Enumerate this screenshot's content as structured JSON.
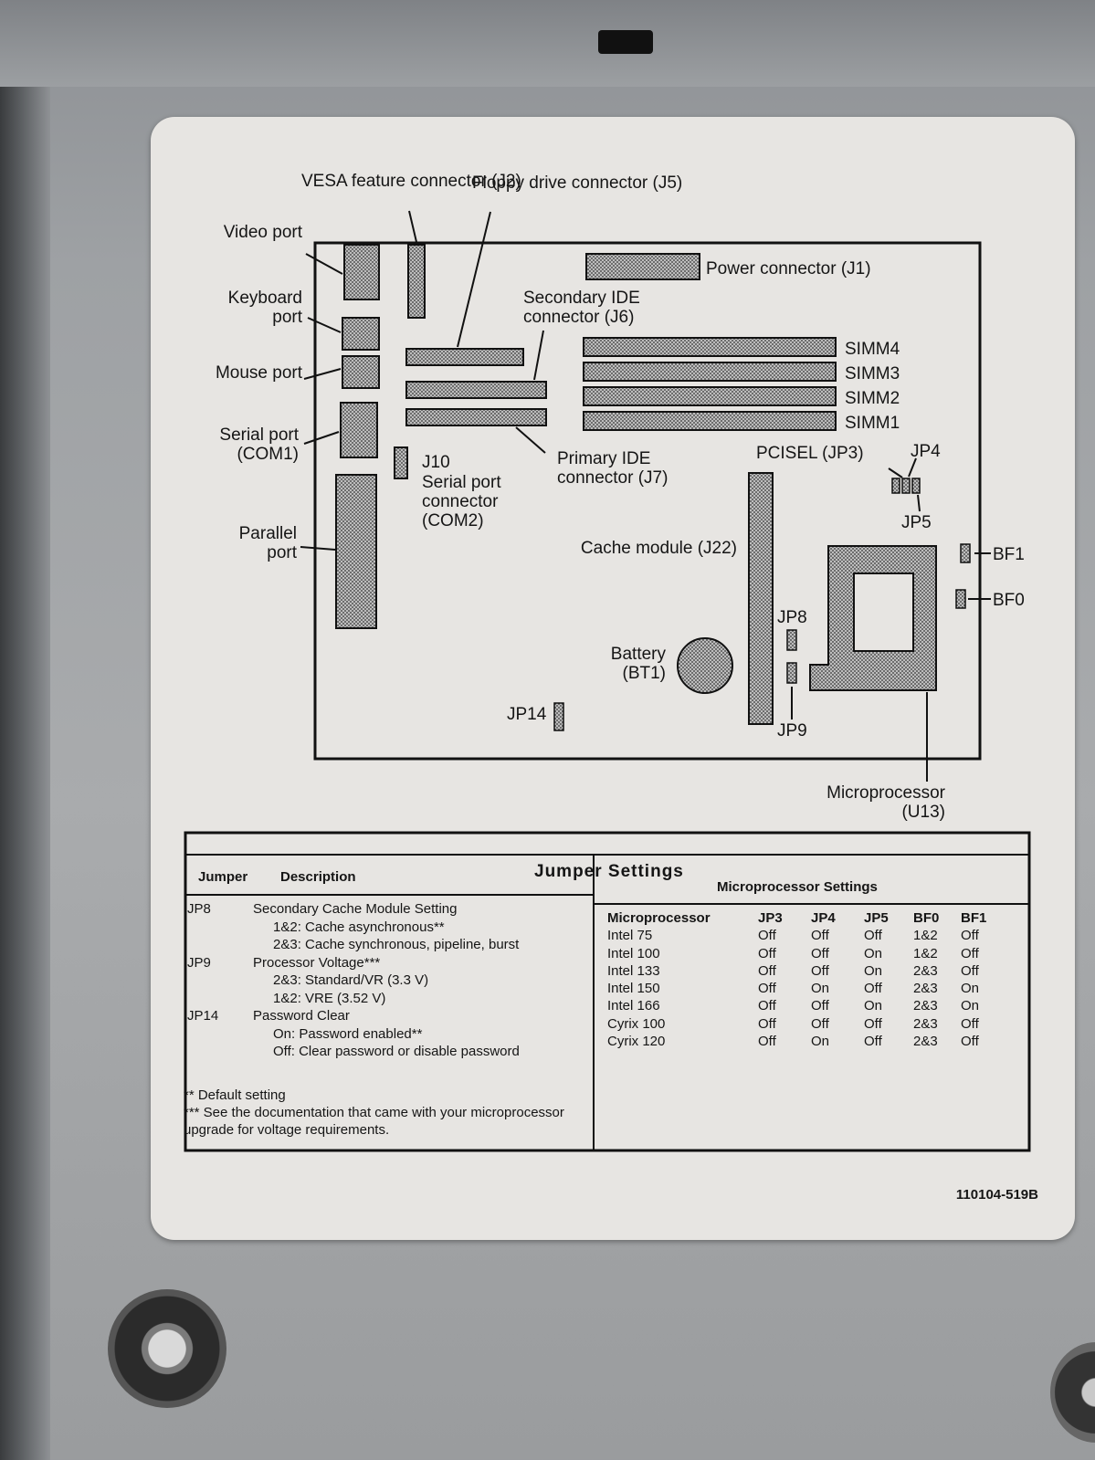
{
  "diagram": {
    "labels": {
      "vesa": "VESA feature connector (J2)",
      "floppy": "Floppy drive connector (J5)",
      "video": "Video port",
      "keyboard": "Keyboard port",
      "mouse": "Mouse port",
      "serial": "Serial port (COM1)",
      "parallel": "Parallel port",
      "power": "Power connector (J1)",
      "secondary_ide": "Secondary IDE connector (J6)",
      "simm4": "SIMM4",
      "simm3": "SIMM3",
      "simm2": "SIMM2",
      "simm1": "SIMM1",
      "j10": "J10",
      "serial2": "Serial port connector (COM2)",
      "primary_ide": "Primary IDE connector (J7)",
      "pcisel": "PCISEL (JP3)",
      "jp4": "JP4",
      "jp5": "JP5",
      "cache": "Cache module (J22)",
      "bf1": "BF1",
      "bf0": "BF0",
      "jp8": "JP8",
      "battery": "Battery (BT1)",
      "jp14": "JP14",
      "jp9": "JP9",
      "cpu": "Microprocessor (U13)"
    }
  },
  "table": {
    "title": "Jumper Settings",
    "col_jumper": "Jumper",
    "col_description": "Description",
    "col_mp": "Microprocessor Settings",
    "desc_rows": [
      {
        "code": "JP8",
        "text": "Secondary Cache Module Setting"
      },
      {
        "code": "",
        "text": "1&2: Cache asynchronous**"
      },
      {
        "code": "",
        "text": "2&3: Cache synchronous, pipeline, burst"
      },
      {
        "code": "JP9",
        "text": "Processor Voltage***"
      },
      {
        "code": "",
        "text": "2&3: Standard/VR (3.3 V)"
      },
      {
        "code": "",
        "text": "1&2: VRE (3.52 V)"
      },
      {
        "code": "JP14",
        "text": "Password Clear"
      },
      {
        "code": "",
        "text": "On: Password enabled**"
      },
      {
        "code": "",
        "text": "Off: Clear password or disable password"
      }
    ],
    "mp_headers": [
      "Microprocessor",
      "JP3",
      "JP4",
      "JP5",
      "BF0",
      "BF1"
    ],
    "mp_rows": [
      [
        "Intel 75",
        "Off",
        "Off",
        "Off",
        "1&2",
        "Off"
      ],
      [
        "Intel 100",
        "Off",
        "Off",
        "On",
        "1&2",
        "Off"
      ],
      [
        "Intel 133",
        "Off",
        "Off",
        "On",
        "2&3",
        "Off"
      ],
      [
        "Intel 150",
        "Off",
        "On",
        "Off",
        "2&3",
        "On"
      ],
      [
        "Intel 166",
        "Off",
        "Off",
        "On",
        "2&3",
        "On"
      ],
      [
        "Cyrix 100",
        "Off",
        "Off",
        "Off",
        "2&3",
        "Off"
      ],
      [
        "Cyrix 120",
        "Off",
        "On",
        "Off",
        "2&3",
        "Off"
      ]
    ],
    "footnote1": "** Default setting",
    "footnote2": "*** See the documentation that came with your microprocessor upgrade for voltage requirements.",
    "part_number": "110104-519B"
  },
  "colors": {
    "label_bg": "#e7e5e2",
    "ink": "#151515"
  }
}
